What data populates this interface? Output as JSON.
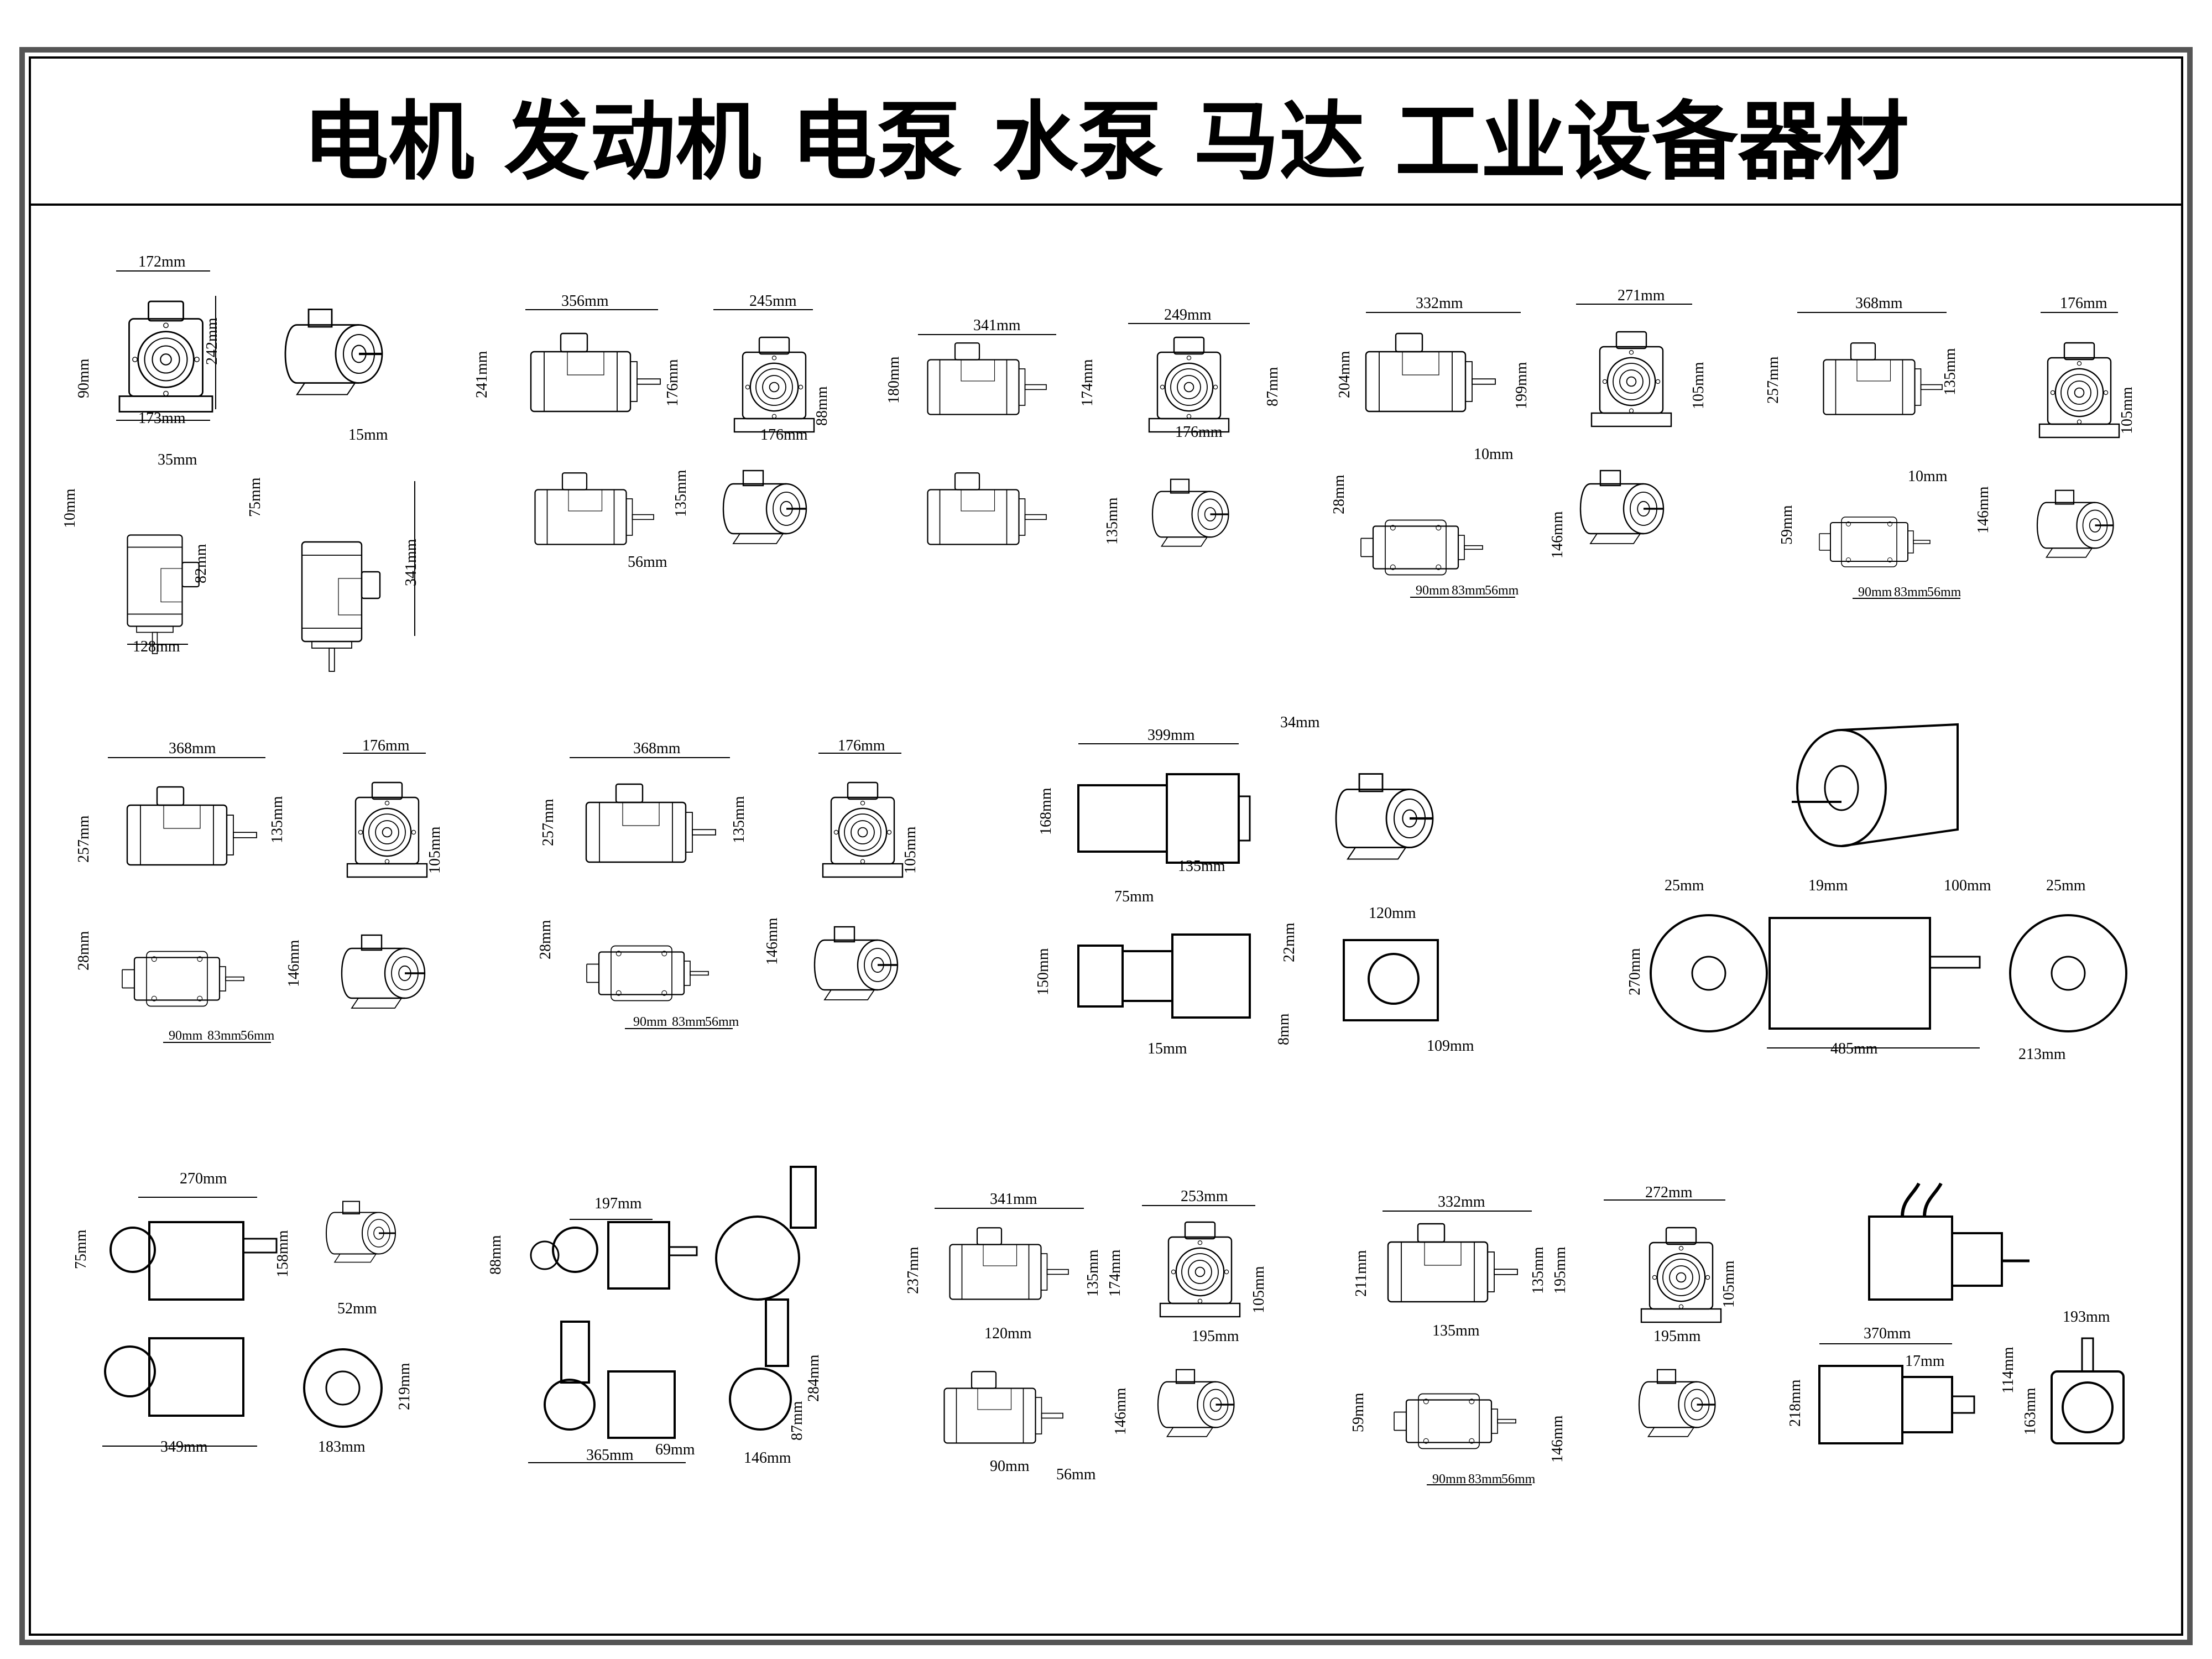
{
  "title": "电机  发动机  电泵  水泵  马达  工业设备器材",
  "colors": {
    "line": "#000000",
    "frame": "#555555",
    "paper": "#ffffff"
  },
  "groups": [
    {
      "id": "g1",
      "dims": {
        "a": "172mm",
        "b": "242mm",
        "c": "90mm",
        "d": "173mm",
        "e": "35mm",
        "f": "15mm",
        "g": "10mm",
        "h": "75mm",
        "i": "82mm",
        "j": "341mm",
        "k": "128mm"
      }
    },
    {
      "id": "g2",
      "dims": {
        "a": "356mm",
        "b": "241mm",
        "c": "176mm",
        "d": "245mm",
        "e": "88mm",
        "f": "176mm",
        "g": "135mm",
        "h": "56mm"
      }
    },
    {
      "id": "g3",
      "dims": {
        "a": "341mm",
        "b": "180mm",
        "c": "174mm",
        "d": "249mm",
        "e": "87mm",
        "f": "176mm",
        "g": "135mm"
      }
    },
    {
      "id": "g4",
      "dims": {
        "a": "332mm",
        "b": "204mm",
        "c": "199mm",
        "d": "271mm",
        "e": "105mm",
        "f": "10mm",
        "g": "28mm",
        "h": "146mm",
        "i": "90mm",
        "j": "83mm",
        "k": "56mm"
      }
    },
    {
      "id": "g5",
      "dims": {
        "a": "368mm",
        "b": "257mm",
        "c": "135mm",
        "d": "176mm",
        "e": "105mm",
        "f": "10mm",
        "g": "59mm",
        "h": "146mm",
        "i": "90mm",
        "j": "83mm",
        "k": "56mm"
      }
    },
    {
      "id": "g6",
      "dims": {
        "a": "368mm",
        "b": "257mm",
        "c": "135mm",
        "d": "176mm",
        "e": "105mm",
        "f": "28mm",
        "g": "146mm",
        "h": "90mm",
        "i": "83mm",
        "j": "56mm"
      }
    },
    {
      "id": "g7",
      "dims": {
        "a": "368mm",
        "b": "257mm",
        "c": "135mm",
        "d": "176mm",
        "e": "105mm",
        "f": "28mm",
        "g": "146mm",
        "h": "90mm",
        "i": "83mm",
        "j": "56mm"
      }
    },
    {
      "id": "g8",
      "dims": {
        "a": "399mm",
        "b": "34mm",
        "c": "168mm",
        "d": "135mm",
        "e": "75mm",
        "f": "150mm",
        "g": "15mm",
        "h": "22mm",
        "i": "8mm",
        "j": "120mm",
        "k": "109mm"
      }
    },
    {
      "id": "g9",
      "dims": {
        "a": "25mm",
        "b": "19mm",
        "c": "100mm",
        "d": "25mm",
        "e": "270mm",
        "f": "485mm",
        "g": "213mm"
      }
    },
    {
      "id": "g10",
      "dims": {
        "a": "270mm",
        "b": "75mm",
        "c": "158mm",
        "d": "52mm",
        "e": "219mm",
        "f": "349mm",
        "g": "183mm"
      }
    },
    {
      "id": "g11",
      "dims": {
        "a": "197mm",
        "b": "88mm",
        "c": "284mm",
        "d": "87mm",
        "e": "365mm",
        "f": "69mm",
        "g": "146mm"
      }
    },
    {
      "id": "g12",
      "dims": {
        "a": "341mm",
        "b": "237mm",
        "c": "135mm",
        "d": "174mm",
        "e": "120mm",
        "f": "253mm",
        "g": "105mm",
        "h": "195mm",
        "i": "146mm",
        "j": "90mm",
        "k": "56mm"
      }
    },
    {
      "id": "g13",
      "dims": {
        "a": "332mm",
        "b": "211mm",
        "c": "135mm",
        "d": "195mm",
        "e": "135mm",
        "f": "272mm",
        "g": "105mm",
        "h": "195mm",
        "i": "59mm",
        "j": "146mm",
        "k": "90mm",
        "l": "83mm",
        "m": "56mm"
      }
    },
    {
      "id": "g14",
      "dims": {
        "a": "370mm",
        "b": "17mm",
        "c": "218mm",
        "d": "114mm",
        "e": "163mm",
        "f": "193mm"
      }
    }
  ]
}
